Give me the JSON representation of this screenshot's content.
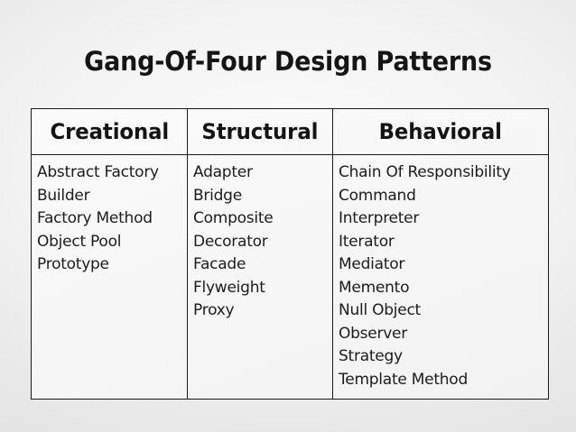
{
  "slide": {
    "title": "Gang-Of-Four Design Patterns",
    "background_color": "#dcdcdc",
    "table_fill_color": "#f8f8f8",
    "border_color": "#1a1a1a",
    "text_color": "#1c1c1c"
  },
  "table": {
    "columns": [
      {
        "header": "Creational",
        "items": [
          "Abstract Factory",
          "Builder",
          "Factory Method",
          "Object Pool",
          "Prototype"
        ]
      },
      {
        "header": "Structural",
        "items": [
          "Adapter",
          "Bridge",
          "Composite",
          "Decorator",
          "Facade",
          "Flyweight",
          "Proxy"
        ]
      },
      {
        "header": "Behavioral",
        "items": [
          "Chain Of Responsibility",
          "Command",
          "Interpreter",
          "Iterator",
          "Mediator",
          "Memento",
          "Null Object",
          "Observer",
          "Strategy",
          "Template Method"
        ]
      }
    ]
  }
}
